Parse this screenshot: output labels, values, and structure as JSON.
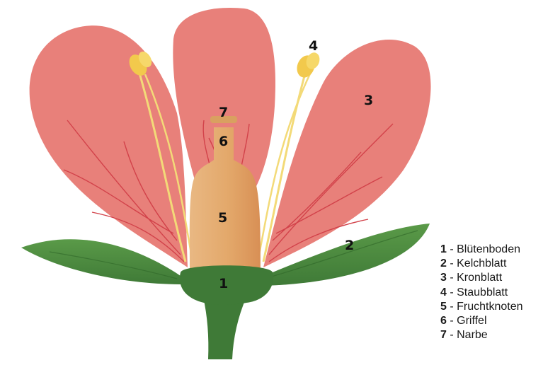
{
  "diagram": {
    "colors": {
      "petal": "#e8807a",
      "petal_vein": "#d2424a",
      "sepal": "#4d8a3f",
      "receptacle": "#3f7a37",
      "ovary": "#e3a86a",
      "filament": "#f3da78",
      "anther": "#f2c94c"
    },
    "labels": [
      {
        "num": "1",
        "text": "Blütenboden"
      },
      {
        "num": "2",
        "text": "Kelchblatt"
      },
      {
        "num": "3",
        "text": "Kronblatt"
      },
      {
        "num": "4",
        "text": "Staubblatt"
      },
      {
        "num": "5",
        "text": "Fruchtknoten"
      },
      {
        "num": "6",
        "text": "Griffel"
      },
      {
        "num": "7",
        "text": "Narbe"
      }
    ],
    "separator": " - "
  }
}
